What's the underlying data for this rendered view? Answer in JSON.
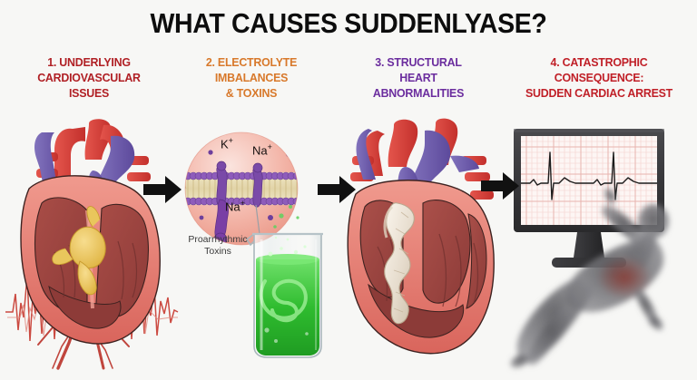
{
  "title": "WHAT CAUSES SUDDENLYASE?",
  "background_color": "#f7f7f5",
  "panels": [
    {
      "number": "1.",
      "heading": "1. UNDERLYING\nCARDIOVASCULAR\nISSUES",
      "heading_line1": "1. UNDERLYING",
      "heading_line2": "CARDIOVASCULAR",
      "heading_line3": "ISSUES",
      "color": "#b01f24",
      "illustration": "heart-cross-section-with-plaque-and-arrhythmia-ecg"
    },
    {
      "number": "2.",
      "heading_line1": "2. ELECTROLYTE",
      "heading_line2": "IMBALANCES",
      "heading_line3": "& TOXINS",
      "color": "#d8792b",
      "illustration": "cell-membrane-ion-channels-and-toxin-beaker",
      "caption_line1": "Proarrhythmic",
      "caption_line2": "Toxins",
      "ions": [
        {
          "label": "K",
          "charge": "+"
        },
        {
          "label": "Na",
          "charge": "+"
        },
        {
          "label": "Na",
          "charge": "+"
        }
      ]
    },
    {
      "number": "3.",
      "heading_line1": "3. STRUCTURAL",
      "heading_line2": "HEART",
      "heading_line3": "ABNORMALITIES",
      "color": "#6b2d9e",
      "illustration": "heart-cross-section-with-fibrotic-scarring"
    },
    {
      "number": "4.",
      "heading_line1": "4. CATASTROPHIC",
      "heading_line2": "CONSEQUENCE:",
      "heading_line3": "SUDDEN CARDIAC ARREST",
      "color": "#c01f27",
      "illustration": "ecg-monitor-with-collapsed-person-silhouette"
    }
  ],
  "arrows": [
    {
      "name": "arrow-1-to-2",
      "direction": "right"
    },
    {
      "name": "arrow-2-to-3",
      "direction": "right"
    },
    {
      "name": "arrow-3-to-4",
      "direction": "right"
    }
  ],
  "colors": {
    "title": "#0d0d0d",
    "arrow": "#111111",
    "heart_muscle": "#e4756b",
    "heart_chamber": "#9c4540",
    "artery_red": "#d8403a",
    "vein_purple": "#6d5aa8",
    "plaque_yellow": "#e8c04a",
    "scar_white": "#efe8df",
    "membrane_head": "#8a5bb5",
    "membrane_tail": "#ded2b0",
    "toxin_green": "#3fc03f",
    "monitor_bezel": "#3a3a3c",
    "ecg_grid": "#f0c8c8",
    "ecg_trace": "#1a1a1a",
    "silhouette": "#6e6e70"
  }
}
